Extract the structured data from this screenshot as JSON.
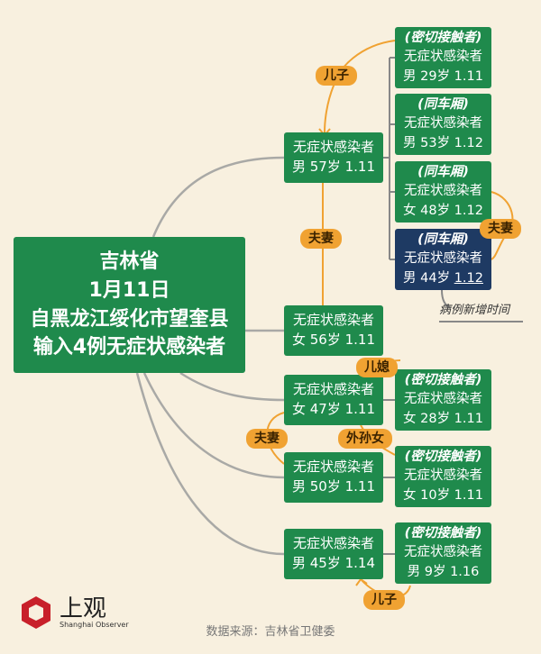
{
  "central": {
    "lines": [
      "吉林省",
      "1月11日",
      "自黑龙江绥化市望奎县",
      "输入4例无症状感染者"
    ]
  },
  "cases": [
    {
      "type": "无症状感染者",
      "info": "男 57岁 1.11"
    },
    {
      "type": "无症状感染者",
      "info": "女 56岁 1.11"
    },
    {
      "type": "无症状感染者",
      "info": "女 47岁 1.11"
    },
    {
      "type": "无症状感染者",
      "info": "男 50岁 1.11"
    },
    {
      "type": "无症状感染者",
      "info": "男 45岁 1.14"
    }
  ],
  "contacts": [
    {
      "tag": "(密切接触者)",
      "type": "无症状感染者",
      "info": "男 29岁 1.11"
    },
    {
      "tag": "(同车厢)",
      "type": "无症状感染者",
      "info": "男 53岁 1.12"
    },
    {
      "tag": "(同车厢)",
      "type": "无症状感染者",
      "info": "女 48岁 1.12"
    },
    {
      "tag": "(同车厢)",
      "type": "无症状感染者",
      "info_prefix": "男 44岁",
      "info_date": "1.12"
    },
    {
      "tag": "(密切接触者)",
      "type": "无症状感染者",
      "info": "女 28岁 1.11"
    },
    {
      "tag": "(密切接触者)",
      "type": "无症状感染者",
      "info": "女 10岁 1.11"
    },
    {
      "tag": "(密切接触者)",
      "type": "无症状感染者",
      "info": "男 9岁 1.16"
    }
  ],
  "relations": [
    "儿子",
    "夫妻",
    "夫妻",
    "儿媳",
    "夫妻",
    "外孙女",
    "儿子"
  ],
  "note": "病例新增时间",
  "logo": {
    "cn": "上观",
    "en": "Shanghai Observer"
  },
  "source": "数据来源：吉林省卫健委",
  "colors": {
    "green": "#1f8a4c",
    "blue": "#1e3a63",
    "orange": "#f0a232",
    "background": "#f8f0df"
  }
}
